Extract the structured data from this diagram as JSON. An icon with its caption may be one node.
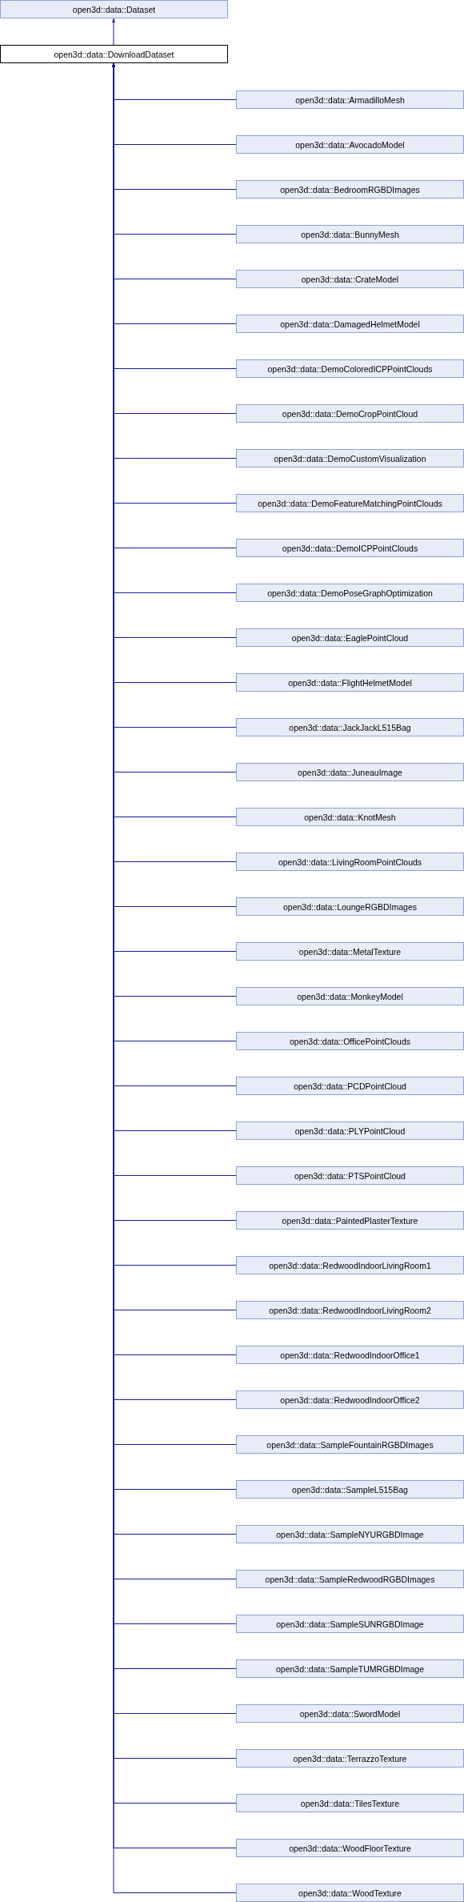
{
  "diagram": {
    "nodes": [
      {
        "text": [
          "open3d::data::Dataset"
        ]
      },
      {
        "text": [
          "open3d::data::DownloadDataset"
        ]
      },
      {
        "text": [
          "open3d::data::ArmadilloMesh"
        ]
      },
      {
        "text": [
          "open3d::data::AvocadoModel"
        ]
      },
      {
        "text": [
          "open3d::data::BedroomRGBDImages"
        ]
      },
      {
        "text": [
          "open3d::data::BunnyMesh"
        ]
      },
      {
        "text": [
          "open3d::data::CrateModel"
        ]
      },
      {
        "text": [
          "open3d::data::DamagedHelmetModel"
        ]
      },
      {
        "text": [
          "open3d::data::DemoColoredICPPointClouds"
        ]
      },
      {
        "text": [
          "open3d::data::DemoCropPointCloud"
        ]
      },
      {
        "text": [
          "open3d::data::DemoCustomVisualization"
        ]
      },
      {
        "text": [
          "open3d::data::DemoFeatureMatchingPointClouds"
        ]
      },
      {
        "text": [
          "open3d::data::DemoICPPointClouds"
        ]
      },
      {
        "text": [
          "open3d::data::DemoPoseGraphOptimization"
        ]
      },
      {
        "text": [
          "open3d::data::EaglePointCloud"
        ]
      },
      {
        "text": [
          "open3d::data::FlightHelmetModel"
        ]
      },
      {
        "text": [
          "open3d::data::JackJackL515Bag"
        ]
      },
      {
        "text": [
          "open3d::data::JuneauImage"
        ]
      },
      {
        "text": [
          "open3d::data::KnotMesh"
        ]
      },
      {
        "text": [
          "open3d::data::LivingRoomPointClouds"
        ]
      },
      {
        "text": [
          "open3d::data::LoungeRGBDImages"
        ]
      },
      {
        "text": [
          "open3d::data::MetalTexture"
        ]
      },
      {
        "text": [
          "open3d::data::MonkeyModel"
        ]
      },
      {
        "text": [
          "open3d::data::OfficePointClouds"
        ]
      },
      {
        "text": [
          "open3d::data::PCDPointCloud"
        ]
      },
      {
        "text": [
          "open3d::data::PLYPointCloud"
        ]
      },
      {
        "text": [
          "open3d::data::PTSPointCloud"
        ]
      },
      {
        "text": [
          "open3d::data::PaintedPlasterTexture"
        ]
      },
      {
        "text": [
          "open3d::data::RedwoodIndoorLivingRoom1"
        ]
      },
      {
        "text": [
          "open3d::data::RedwoodIndoorLivingRoom2"
        ]
      },
      {
        "text": [
          "open3d::data::RedwoodIndoorOffice1"
        ]
      },
      {
        "text": [
          "open3d::data::RedwoodIndoorOffice2"
        ]
      },
      {
        "text": [
          "open3d::data::SampleFountainRGBDImages"
        ]
      },
      {
        "text": [
          "open3d::data::SampleL515Bag"
        ]
      },
      {
        "text": [
          "open3d::data::SampleNYURGBDImage"
        ]
      },
      {
        "text": [
          "open3d::data::SampleRedwoodRGBDImages"
        ]
      },
      {
        "text": [
          "open3d::data::SampleSUNRGBDImage"
        ]
      },
      {
        "text": [
          "open3d::data::SampleTUMRGBDImage"
        ]
      },
      {
        "text": [
          "open3d::data::SwordModel"
        ]
      },
      {
        "text": [
          "open3d::data::TerrazzoTexture"
        ]
      },
      {
        "text": [
          "open3d::data::TilesTexture"
        ]
      },
      {
        "text": [
          "open3d::data::WoodFloorTexture"
        ]
      },
      {
        "text": [
          "open3d::data::WoodTexture"
        ]
      }
    ],
    "edges": [
      {
        "from": 1,
        "to": 0,
        "arrow": "to"
      },
      {
        "from": 2,
        "to": 1,
        "arrow": "to"
      },
      {
        "from": 3,
        "to": 1,
        "arrow": "to"
      },
      {
        "from": 4,
        "to": 1,
        "arrow": "to"
      },
      {
        "from": 5,
        "to": 1,
        "arrow": "to"
      },
      {
        "from": 6,
        "to": 1,
        "arrow": "to"
      },
      {
        "from": 7,
        "to": 1,
        "arrow": "to"
      },
      {
        "from": 8,
        "to": 1,
        "arrow": "to"
      },
      {
        "from": 9,
        "to": 1,
        "arrow": "to"
      },
      {
        "from": 10,
        "to": 1,
        "arrow": "to"
      },
      {
        "from": 11,
        "to": 1,
        "arrow": "to"
      },
      {
        "from": 12,
        "to": 1,
        "arrow": "to"
      },
      {
        "from": 13,
        "to": 1,
        "arrow": "to"
      },
      {
        "from": 14,
        "to": 1,
        "arrow": "to"
      },
      {
        "from": 15,
        "to": 1,
        "arrow": "to"
      },
      {
        "from": 16,
        "to": 1,
        "arrow": "to"
      },
      {
        "from": 17,
        "to": 1,
        "arrow": "to"
      },
      {
        "from": 18,
        "to": 1,
        "arrow": "to"
      },
      {
        "from": 19,
        "to": 1,
        "arrow": "to"
      },
      {
        "from": 20,
        "to": 1,
        "arrow": "to"
      },
      {
        "from": 21,
        "to": 1,
        "arrow": "to"
      },
      {
        "from": 22,
        "to": 1,
        "arrow": "to"
      },
      {
        "from": 23,
        "to": 1,
        "arrow": "to"
      },
      {
        "from": 24,
        "to": 1,
        "arrow": "to"
      },
      {
        "from": 25,
        "to": 1,
        "arrow": "to"
      },
      {
        "from": 26,
        "to": 1,
        "arrow": "to"
      },
      {
        "from": 27,
        "to": 1,
        "arrow": "to"
      },
      {
        "from": 28,
        "to": 1,
        "arrow": "to"
      },
      {
        "from": 29,
        "to": 1,
        "arrow": "to"
      },
      {
        "from": 30,
        "to": 1,
        "arrow": "to"
      },
      {
        "from": 31,
        "to": 1,
        "arrow": "to"
      },
      {
        "from": 32,
        "to": 1,
        "arrow": "to"
      },
      {
        "from": 33,
        "to": 1,
        "arrow": "to"
      },
      {
        "from": 34,
        "to": 1,
        "arrow": "to"
      },
      {
        "from": 35,
        "to": 1,
        "arrow": "to"
      },
      {
        "from": 36,
        "to": 1,
        "arrow": "to"
      },
      {
        "from": 37,
        "to": 1,
        "arrow": "to"
      },
      {
        "from": 38,
        "to": 1,
        "arrow": "to"
      },
      {
        "from": 39,
        "to": 1,
        "arrow": "to"
      },
      {
        "from": 40,
        "to": 1,
        "arrow": "to"
      },
      {
        "from": 41,
        "to": 1,
        "arrow": "to"
      },
      {
        "from": 42,
        "to": 1,
        "arrow": "to"
      }
    ]
  }
}
